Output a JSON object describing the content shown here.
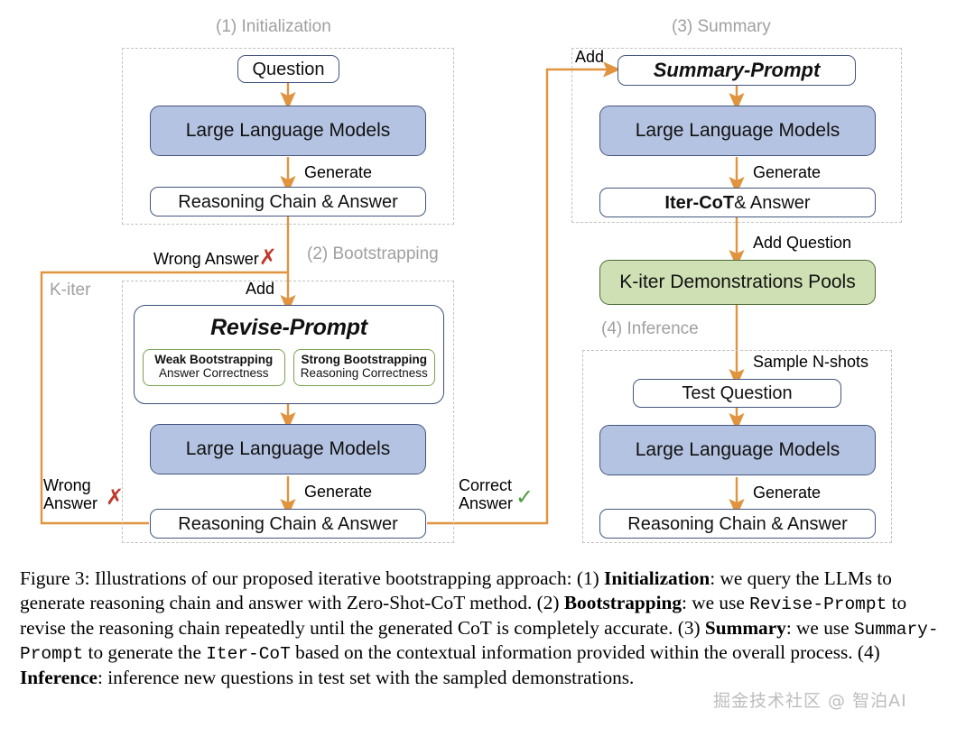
{
  "figure": {
    "sections": [
      {
        "id": "initialization",
        "label": "(1) Initialization"
      },
      {
        "id": "bootstrapping",
        "label": "(2) Bootstrapping"
      },
      {
        "id": "summary",
        "label": "(3) Summary"
      },
      {
        "id": "inference",
        "label": "(4) Inference"
      }
    ],
    "nodes": {
      "question": "Question",
      "llm1": "Large Language Models",
      "chain1": "Reasoning Chain & Answer",
      "revise_prompt_title": "Revise-Prompt",
      "weak_title": "Weak Bootstrapping",
      "weak_sub": "Answer Correctness",
      "strong_title": "Strong Bootstrapping",
      "strong_sub": "Reasoning Correctness",
      "llm2": "Large Language Models",
      "chain2": "Reasoning Chain & Answer",
      "summary_prompt_title": "Summary-Prompt",
      "llm3": "Large Language Models",
      "itercot_bold": "Iter-CoT",
      "itercot_rest": " & Answer",
      "pools": "K-iter Demonstrations Pools",
      "test_question": "Test Question",
      "llm4": "Large Language Models",
      "chain4": "Reasoning Chain & Answer"
    },
    "edge_labels": {
      "generate_1": "Generate",
      "wrong_answer_top": "Wrong Answer",
      "wrong_answer_top_mark": "✗",
      "k_iter": "K-iter",
      "add_bootstrap": "Add",
      "generate_2": "Generate",
      "wrong_answer_left_line1": "Wrong",
      "wrong_answer_left_line2": "Answer",
      "wrong_answer_left_mark": "✗",
      "correct_answer_line1": "Correct",
      "correct_answer_line2": "Answer",
      "correct_answer_mark": "✓",
      "add_summary": "Add",
      "generate_3": "Generate",
      "add_question": "Add Question",
      "sample_n_shots": "Sample N-shots",
      "generate_4": "Generate"
    },
    "colors": {
      "arrow": "#e0943f",
      "llm_fill": "#b4c3e1",
      "llm_border": "#44557e",
      "green_fill": "#cfe0b4",
      "green_border": "#4d6b37",
      "frame_dash": "#c2c2c2",
      "section_title": "#a0a0a0",
      "wrong_mark": "#c0392b",
      "correct_mark": "#4f9a3f"
    }
  },
  "caption": {
    "prefix": "Figure 3: Illustrations of our proposed iterative bootstrapping approach: (1) ",
    "b1": "Initialization",
    "t1": ": we query the LLMs to generate reasoning chain and answer with Zero-Shot-CoT method. (2) ",
    "b2": "Bootstrapping",
    "t2": ": we use ",
    "m1": "Revise-Prompt",
    "t3": " to revise the reasoning chain repeatedly until the generated CoT is completely accurate. (3) ",
    "b3": "Summary",
    "t4": ": we use ",
    "m2": "Summary-Prompt",
    "t5": " to generate the ",
    "m3": "Iter-CoT",
    "t6": " based on the contextual information provided within the overall process. (4) ",
    "b4": "Inference",
    "t7": ": inference new questions in test set with the sampled demonstrations."
  },
  "watermark": {
    "text": "掘金技术社区 @ 智泊AI"
  }
}
